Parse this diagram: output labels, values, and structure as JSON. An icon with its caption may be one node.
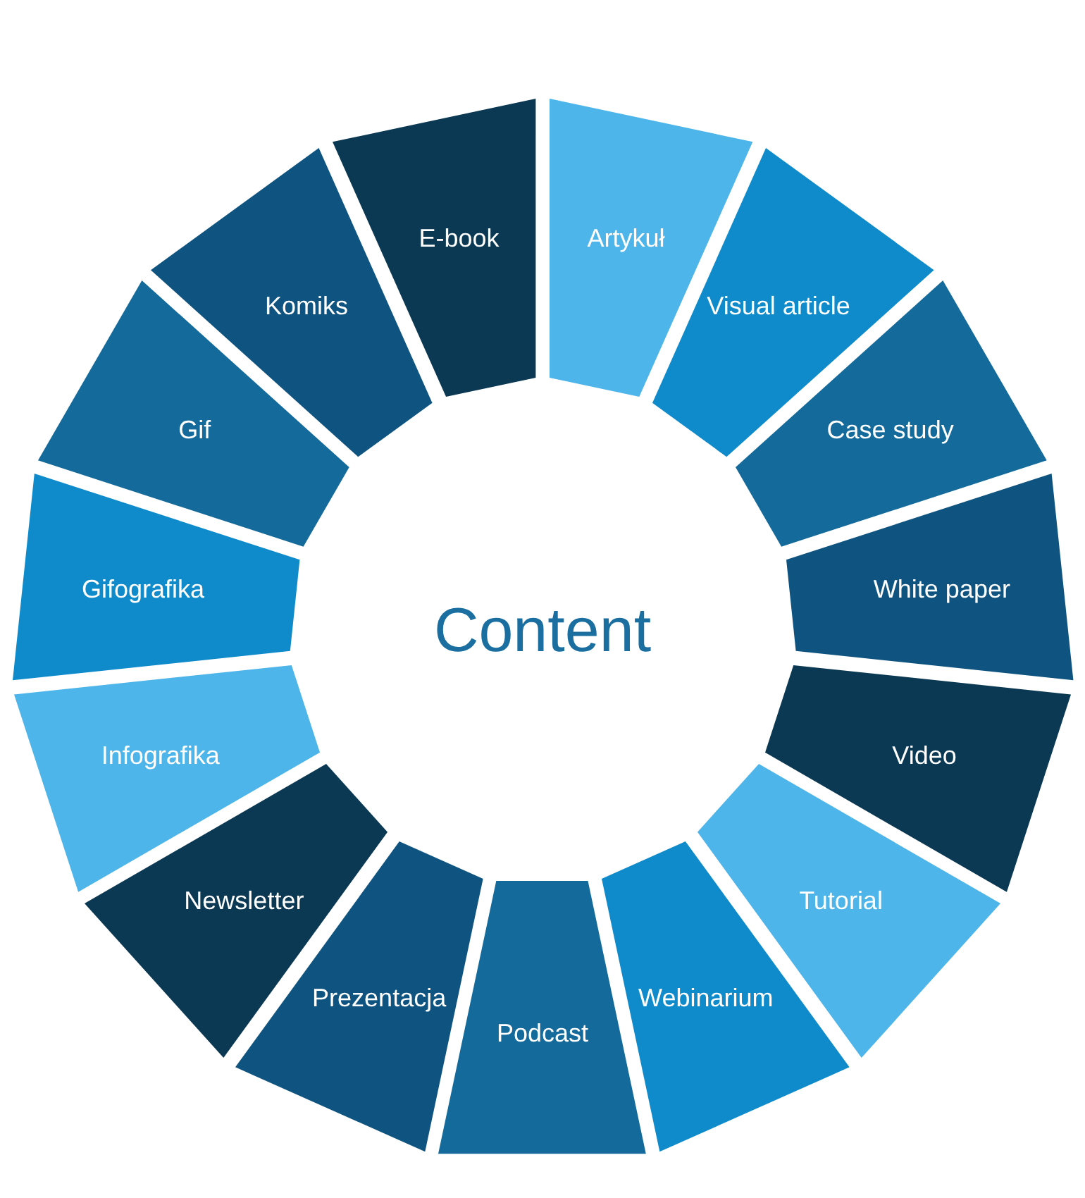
{
  "diagram": {
    "nodes": [
      {
        "text": [
          "Content"
        ]
      },
      {
        "text": [
          "Artykuł"
        ]
      },
      {
        "text": [
          "Visual article"
        ]
      },
      {
        "text": [
          "Case study"
        ]
      },
      {
        "text": [
          "White paper"
        ]
      },
      {
        "text": [
          "Video"
        ]
      },
      {
        "text": [
          "Tutorial"
        ]
      },
      {
        "text": [
          "Webinarium"
        ]
      },
      {
        "text": [
          "Podcast"
        ]
      },
      {
        "text": [
          "Prezentacja"
        ]
      },
      {
        "text": [
          "Newsletter"
        ]
      },
      {
        "text": [
          "Infografika"
        ]
      },
      {
        "text": [
          "Gifografika"
        ]
      },
      {
        "text": [
          "Gif"
        ]
      },
      {
        "text": [
          "Komiks"
        ]
      },
      {
        "text": [
          "E-book"
        ]
      }
    ]
  }
}
